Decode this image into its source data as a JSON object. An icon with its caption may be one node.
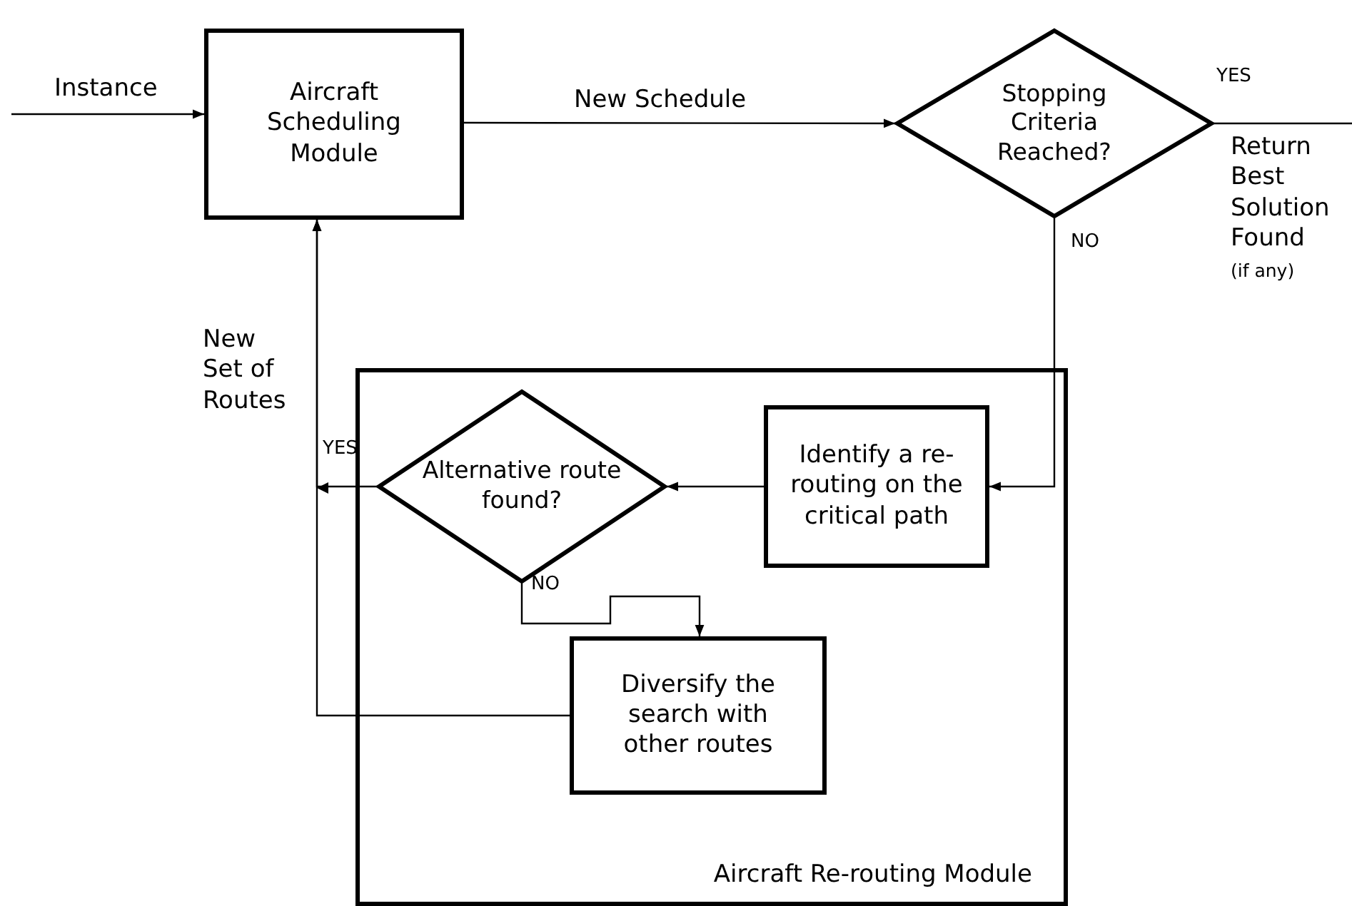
{
  "diagram": {
    "nodes": [
      {
        "text": [
          "Aircraft Scheduling Module"
        ]
      },
      {
        "text": [
          "Stopping Criteria Reached?"
        ]
      },
      {
        "text": [
          "Aircraft Re-routing Module"
        ]
      },
      {
        "text": [
          "Identify a re-routing on the critical path"
        ],
        "in": 2
      },
      {
        "text": [
          "Alternative route found?"
        ],
        "in": 2
      },
      {
        "text": [
          "Diversify the search with other routes"
        ],
        "in": 2
      }
    ],
    "edges": [
      {
        "from": null,
        "to": 0,
        "arrow": "to",
        "label": "Instance"
      },
      {
        "from": 0,
        "to": 1,
        "arrow": "to",
        "label": "New Schedule"
      },
      {
        "from": 1,
        "to": null,
        "arrow": "none",
        "label": "YES"
      },
      {
        "from": 1,
        "to": 3,
        "arrow": "to",
        "label": "NO"
      },
      {
        "from": 3,
        "to": 4,
        "arrow": "to"
      },
      {
        "from": 4,
        "to": 0,
        "arrow": "to",
        "label": "YES"
      },
      {
        "from": 5,
        "to": 0,
        "arrow": "to"
      },
      {
        "from": 4,
        "to": 5,
        "arrow": "to",
        "label": "NO"
      }
    ],
    "labels": [
      "New Set of Routes",
      "Return Best Solution Found",
      "(if any)"
    ]
  }
}
